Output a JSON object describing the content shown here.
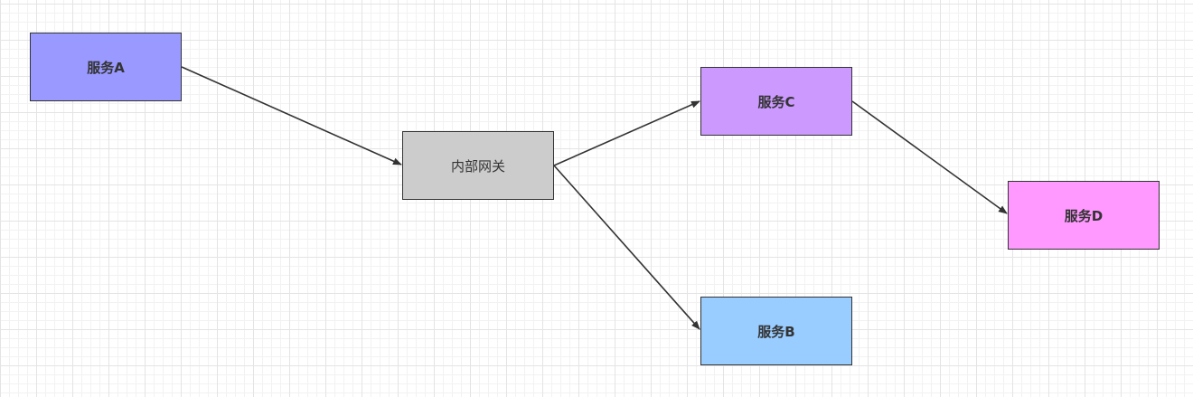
{
  "nodes": {
    "service_a": {
      "label": "服务A",
      "color": "#9999ff"
    },
    "gateway": {
      "label": "内部网关",
      "color": "#cccccc"
    },
    "service_c": {
      "label": "服务C",
      "color": "#cc99ff"
    },
    "service_b": {
      "label": "服务B",
      "color": "#99ccff"
    },
    "service_d": {
      "label": "服务D",
      "color": "#ff99ff"
    }
  },
  "edges": [
    {
      "from": "service_a",
      "to": "gateway"
    },
    {
      "from": "gateway",
      "to": "service_c"
    },
    {
      "from": "gateway",
      "to": "service_b"
    },
    {
      "from": "service_c",
      "to": "service_d"
    }
  ],
  "style": {
    "edge_color": "#333333",
    "border_color": "#333333"
  }
}
